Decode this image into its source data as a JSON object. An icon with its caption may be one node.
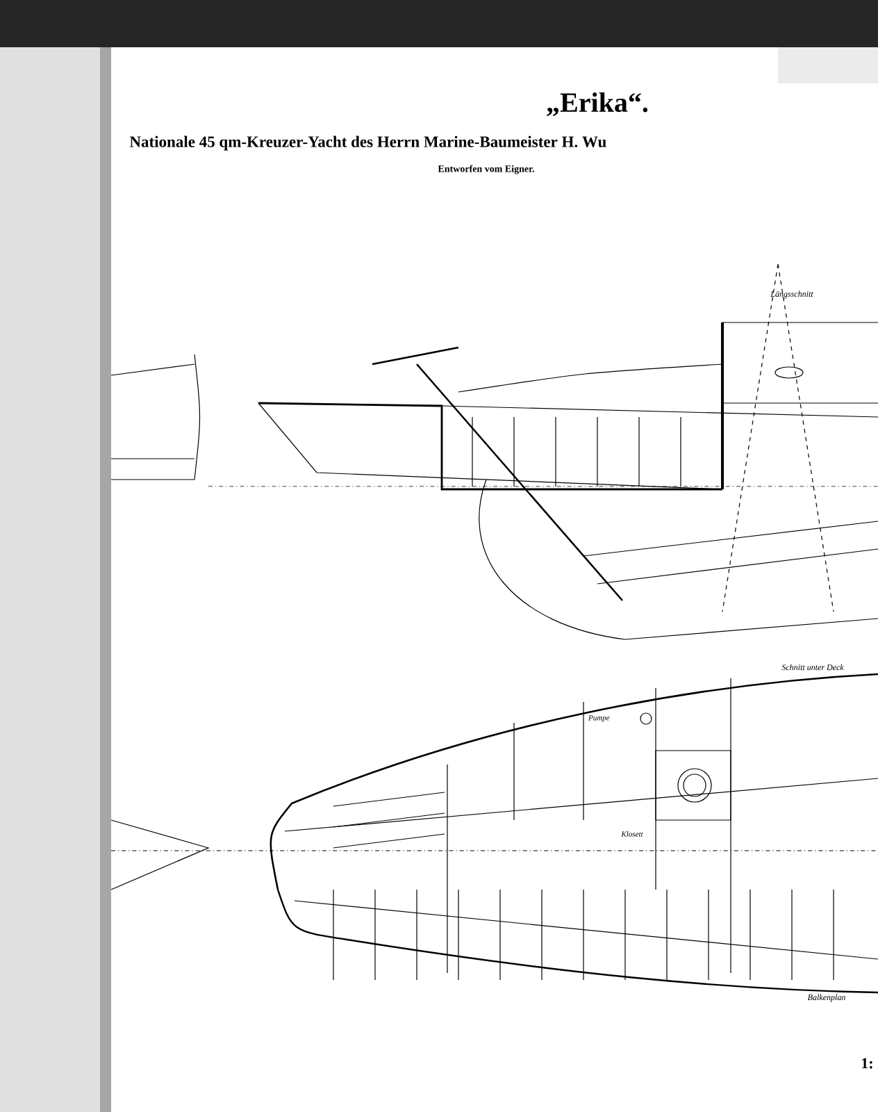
{
  "diagram": {
    "title": "„Erika“.",
    "labels": [
      "Nationale 45 qm-Kreuzer-Yacht des Herrn Marine-Baumeister H. Wu",
      "Entworfen vom Eigner.",
      "Längsschnitt",
      "Schnitt unter Deck",
      "Pumpe",
      "Klosett",
      "Balkenplan",
      "1:"
    ]
  }
}
